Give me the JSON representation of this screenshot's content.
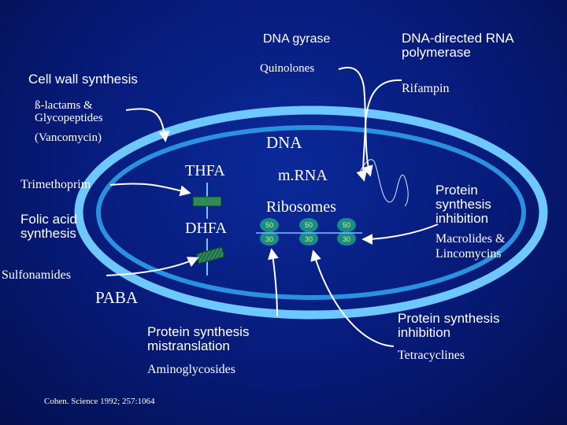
{
  "labels": {
    "dna_gyrase": "DNA gyrase",
    "quinolones": "Quinolones",
    "dna_rna_polymerase": "DNA-directed RNA\npolymerase",
    "rifampin": "Rifampin",
    "cell_wall_synthesis": "Cell wall synthesis",
    "beta_lactams": "ß-lactams &\nGlycopeptides",
    "vancomycin": "(Vancomycin)",
    "dna": "DNA",
    "thfa": "THFA",
    "mrna": "m.RNA",
    "trimethoprim": "Trimethoprim",
    "folic_acid_synthesis": "Folic acid\nsynthesis",
    "dhfa": "DHFA",
    "ribosomes": "Ribosomes",
    "protein_synthesis_inhibition_right": "Protein\nsynthesis\ninhibition",
    "macrolides": "Macrolides &\nLincomycins",
    "sulfonamides": "Sulfonamides",
    "paba": "PABA",
    "protein_synthesis_mistranslation": "Protein synthesis\nmistranslation",
    "aminoglycosides": "Aminoglycosides",
    "protein_synthesis_inhibition_bottom": "Protein synthesis\ninhibition",
    "tetracyclines": "Tetracyclines",
    "citation": "Cohen. Science 1992; 257:1064"
  },
  "ribosome_subunits": {
    "large": "50",
    "small": "30"
  },
  "colors": {
    "background": "#071a78",
    "cell_outer": "#6ec8ff",
    "cell_inner": "#2a90e0",
    "ribosome_fill": "#1a8a8a",
    "box_fill": "#2e8a5a",
    "arrow": "#ffffff"
  }
}
